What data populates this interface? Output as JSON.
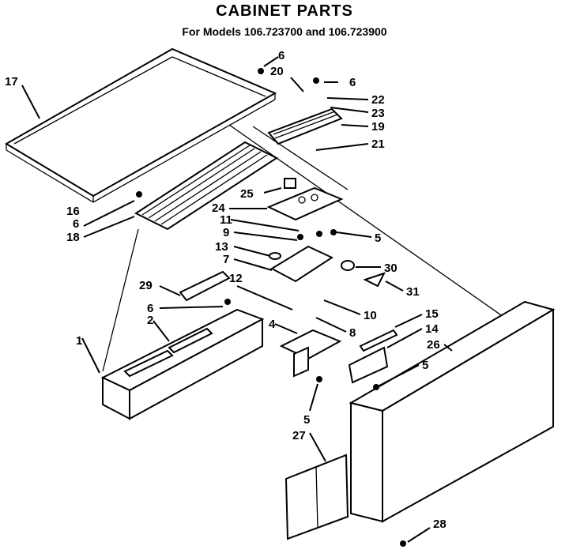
{
  "header": {
    "title": "CABINET PARTS",
    "subtitle": "For Models 106.723700 and 106.723900"
  },
  "callouts": [
    "17",
    "6",
    "20",
    "6",
    "22",
    "23",
    "19",
    "21",
    "16",
    "6",
    "18",
    "25",
    "24",
    "11",
    "9",
    "5",
    "13",
    "7",
    "30",
    "31",
    "10",
    "8",
    "29",
    "12",
    "6",
    "2",
    "4",
    "15",
    "14",
    "26",
    "1",
    "5",
    "5",
    "27",
    "28"
  ]
}
